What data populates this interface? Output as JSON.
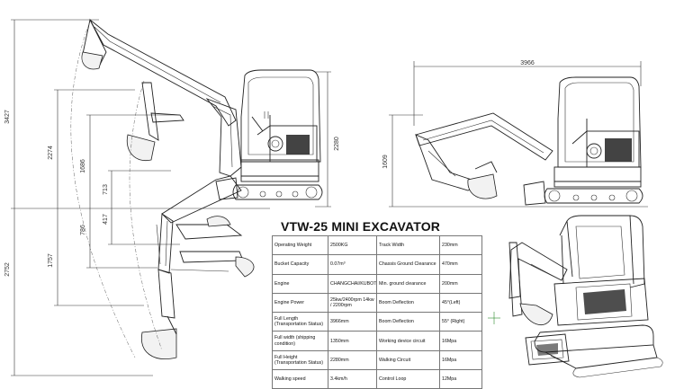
{
  "title": "VTW-25  MINI EXCAVATOR",
  "dimensions": {
    "total_height_reach": "3427",
    "dig_reach_upper": "2274",
    "mid_1": "1686",
    "mid_2": "713",
    "mid_3": "417",
    "mid_4": "786",
    "depth_1": "1757",
    "depth_2": "2752",
    "cab_height": "2280",
    "overall_length": "3966",
    "side_height": "1609"
  },
  "specs": [
    {
      "label": "Operating Weight",
      "value": "2500KG",
      "label2": "Track Width",
      "value2": "230mm"
    },
    {
      "label": "Bucket Capacity",
      "value": "0.07m³",
      "label2": "Chassis Ground Clearance",
      "value2": "470mm"
    },
    {
      "label": "Engine",
      "value": "CHANGCHAI/KUBOTA",
      "label2": "Min. ground clearance",
      "value2": "200mm"
    },
    {
      "label": "Engine Power",
      "value": "25kw/2400rpm 14kw / 2200rpm",
      "label2": "Boom Deflection",
      "value2": "45°(Left)"
    },
    {
      "label": "Full Length (Transportation Status)",
      "value": "3966mm",
      "label2": "Boom Deflection",
      "value2": "55° (Right)"
    },
    {
      "label": "Full width (shipping condition)",
      "value": "1350mm",
      "label2": "Working device circuit",
      "value2": "16Mpa"
    },
    {
      "label": "Full Height (Transportation Status)",
      "value": "2280mm",
      "label2": "Walking Circuit",
      "value2": "16Mpa"
    },
    {
      "label": "Walking speed",
      "value": "3.4km/h",
      "label2": "Control Loop",
      "value2": "12Mpa"
    }
  ]
}
